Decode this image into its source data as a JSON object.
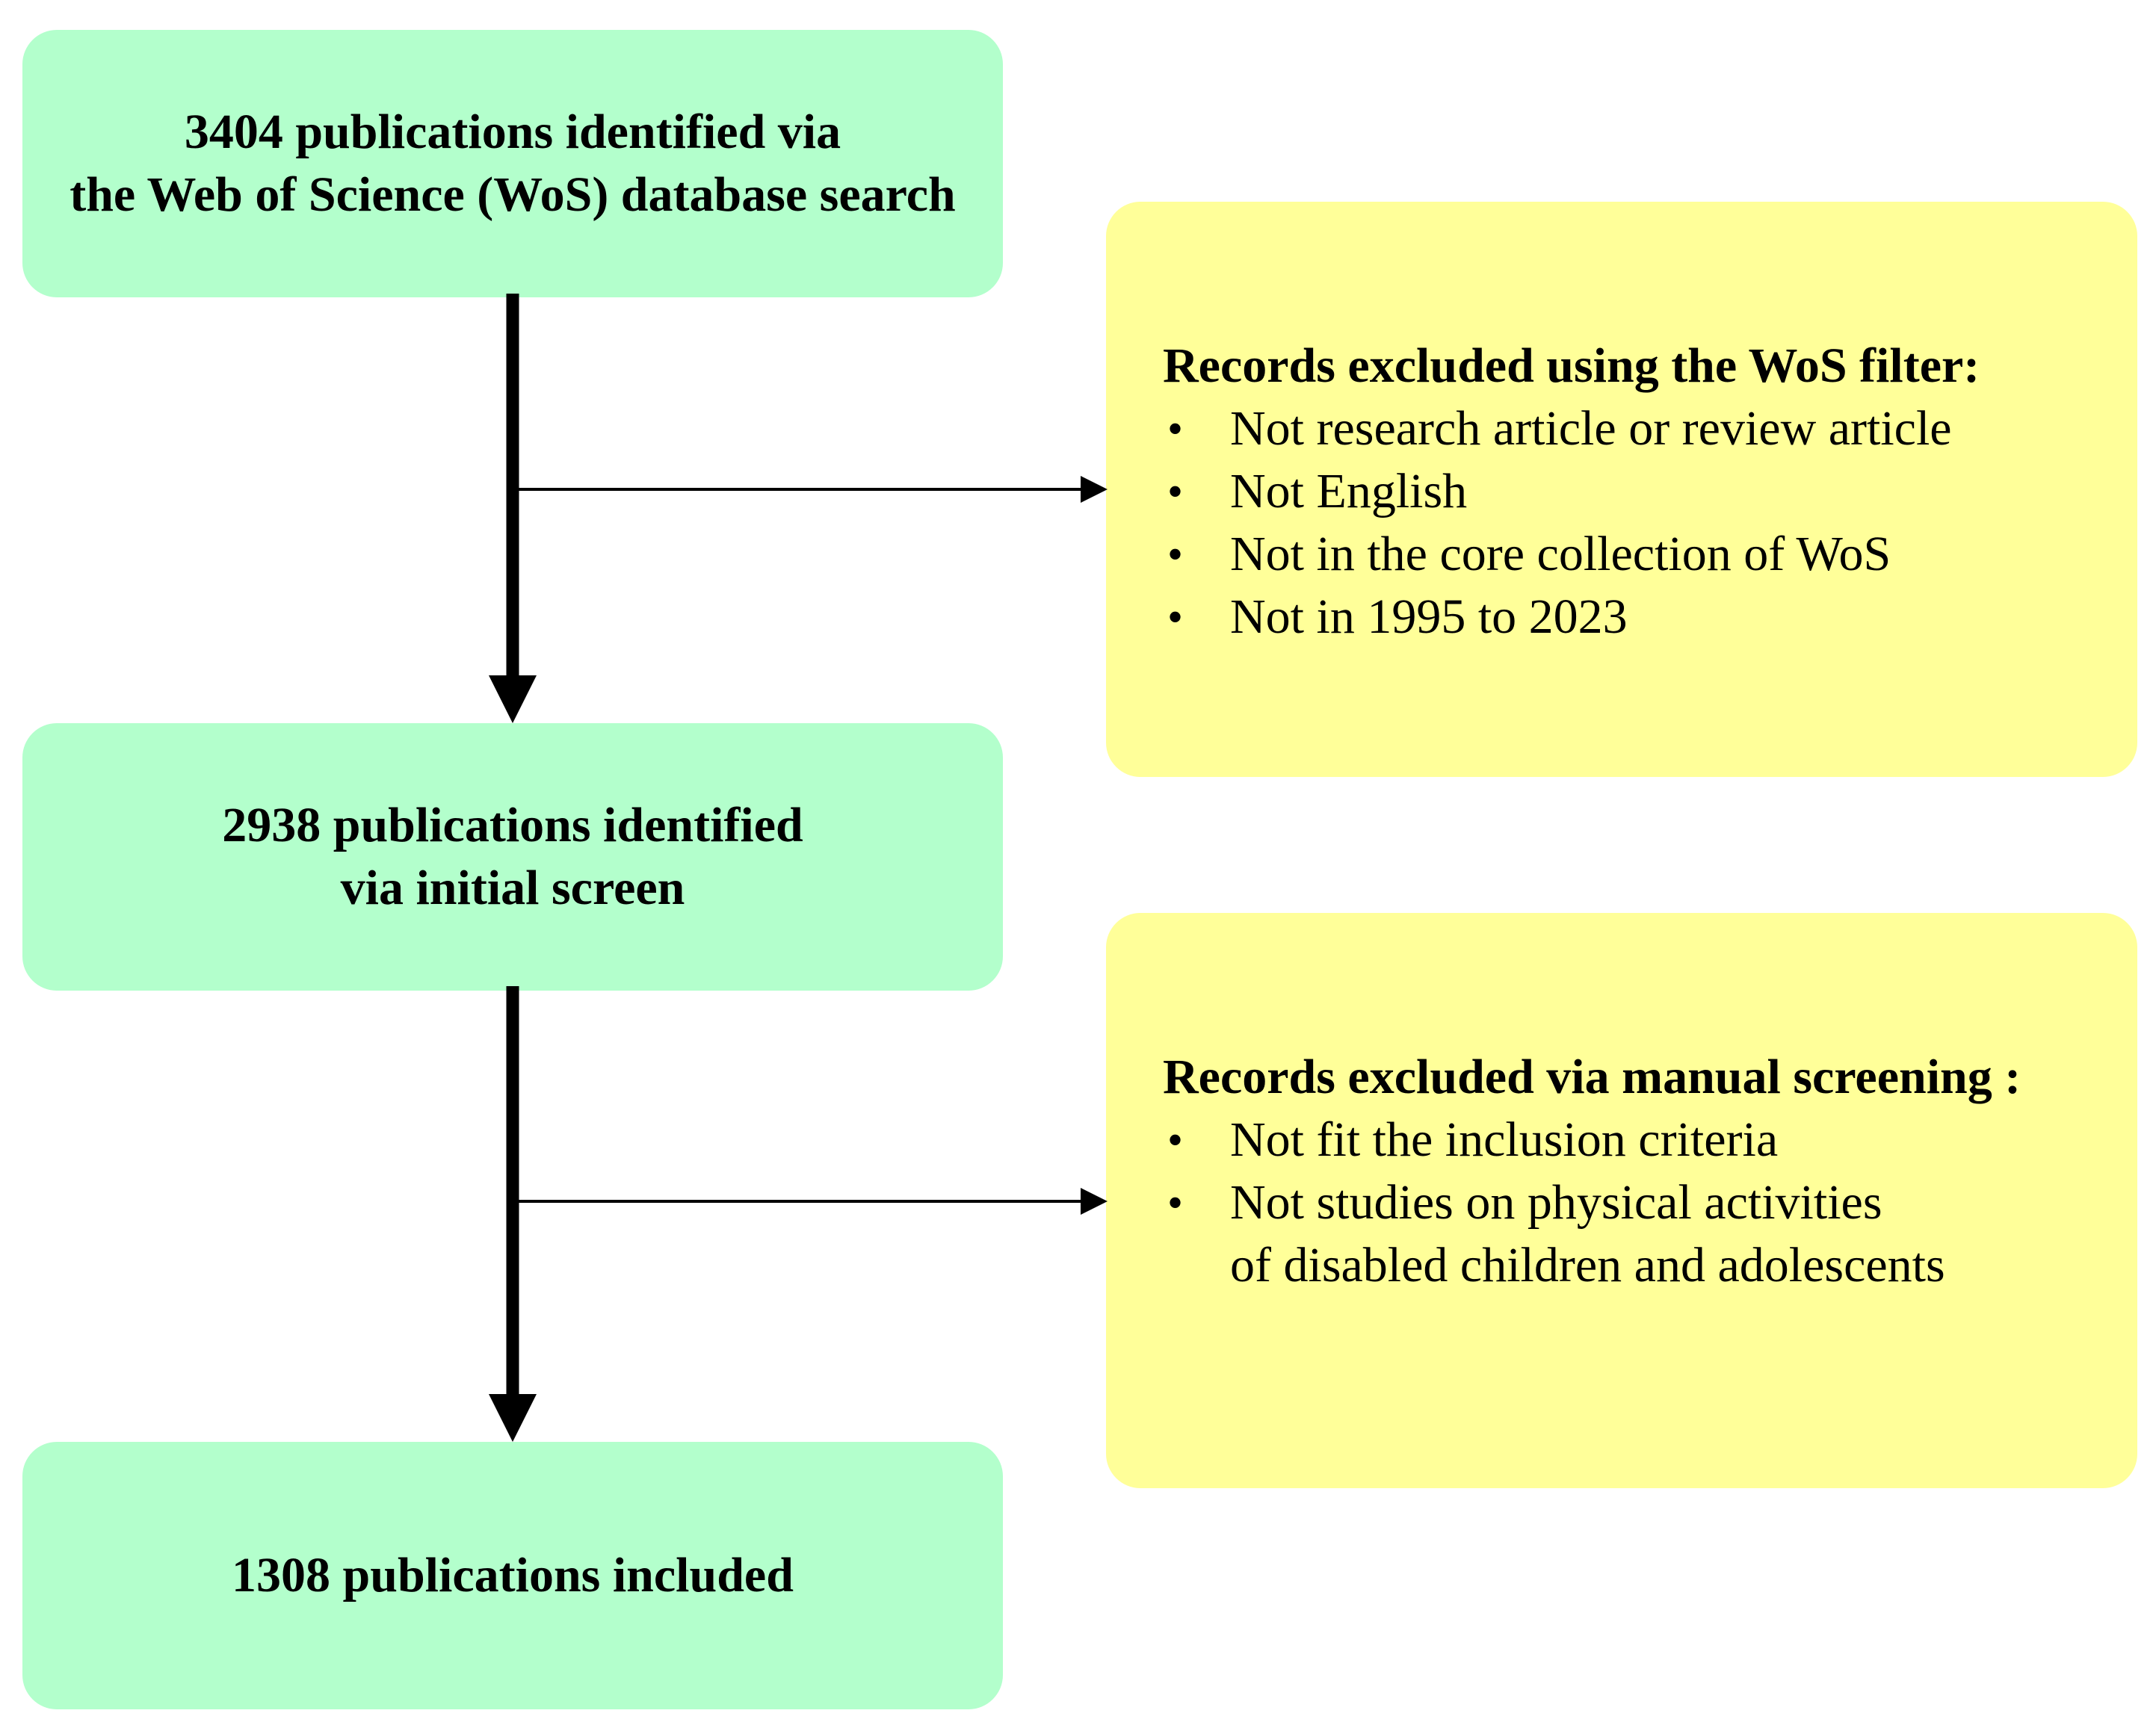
{
  "nodes": {
    "identified": {
      "lines": [
        "3404 publications identified via",
        "the Web of Science (WoS) database search"
      ],
      "color": "#b3ffcc"
    },
    "screened": {
      "lines": [
        "2938 publications identified",
        "via initial screen"
      ],
      "color": "#b3ffcc"
    },
    "included": {
      "lines": [
        "1308 publications included"
      ],
      "color": "#b3ffcc"
    }
  },
  "exclusions": {
    "wos_filter": {
      "heading": "Records excluded using the WoS filter:",
      "items": [
        [
          "Not research article or review article"
        ],
        [
          "Not English"
        ],
        [
          "Not in the core collection of WoS"
        ],
        [
          "Not in 1995 to 2023"
        ]
      ],
      "color": "#ffff99"
    },
    "manual": {
      "heading": "Records excluded via manual screening :",
      "items": [
        [
          "Not fit the inclusion criteria"
        ],
        [
          "Not studies on physical activities",
          "of disabled children and adolescents"
        ]
      ],
      "color": "#ffff99"
    }
  },
  "bullet_glyph": "•"
}
